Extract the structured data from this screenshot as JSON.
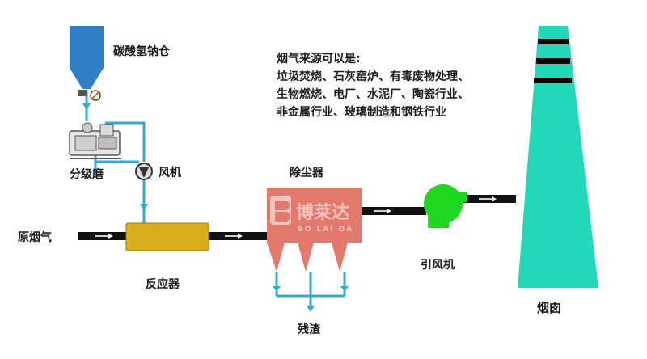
{
  "labels": {
    "silo": "碳酸氢钠仓",
    "fan": "风机",
    "mill": "分级磨",
    "raw_gas": "原烟气",
    "reactor": "反应器",
    "dust_collector": "除尘器",
    "id_fan": "引风机",
    "chimney": "烟囱",
    "residue": "残渣"
  },
  "sources": {
    "heading": "烟气来源可以是:",
    "lines": [
      "垃圾焚烧、石灰窑炉、有毒废物处理、",
      "生物燃烧、电厂、水泥厂、陶瓷行业、",
      "非金属行业、玻璃制造和钢铁行业"
    ]
  },
  "watermark": {
    "brand": "博莱达",
    "brand_pinyin": "BO LAI DA"
  },
  "colors": {
    "silo": "#2e7fc4",
    "pipe_blue": "#35a9d6",
    "duct": "#111111",
    "reactor": "#d9ad1c",
    "dust_collector": "#e3796c",
    "id_fan": "#1fd81f",
    "chimney": "#22d8b8",
    "chimney_band": "#0a0a0a"
  }
}
